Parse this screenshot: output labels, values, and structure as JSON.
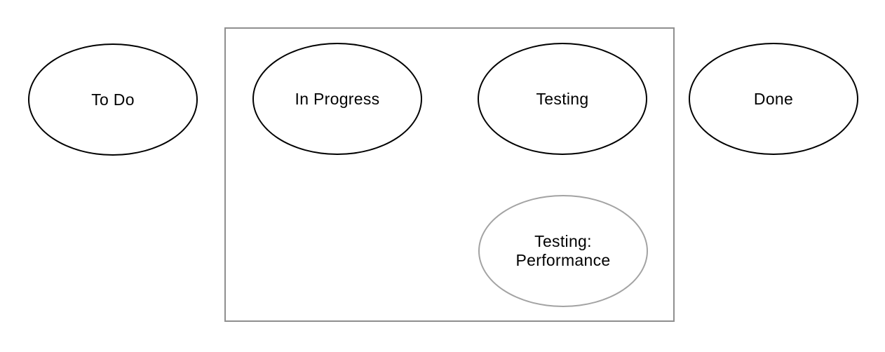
{
  "nodes": {
    "todo": {
      "label": "To Do",
      "stroke": "#000000"
    },
    "in_progress": {
      "label": "In Progress",
      "stroke": "#000000"
    },
    "testing": {
      "label": "Testing",
      "stroke": "#000000"
    },
    "testing_performance": {
      "label": "Testing:\nPerformance",
      "stroke": "#a3a3a3"
    },
    "done": {
      "label": "Done",
      "stroke": "#000000"
    }
  },
  "group": {
    "stroke": "#8f8f8f"
  },
  "colors": {
    "background": "#ffffff",
    "text": "#000000",
    "node_stroke": "#000000",
    "group_stroke": "#8f8f8f",
    "subnode_stroke": "#a3a3a3"
  }
}
